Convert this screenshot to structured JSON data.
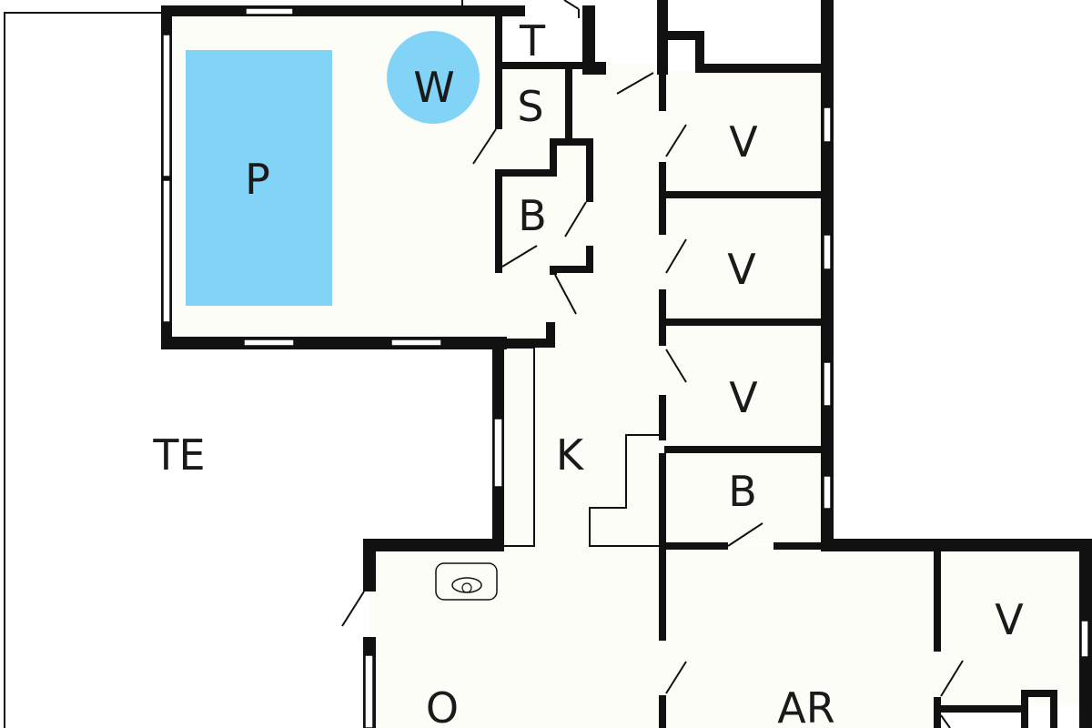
{
  "colors": {
    "background": "#ffffff",
    "floor": "#fdfdf8",
    "wall": "#111111",
    "water": "#82d4f7"
  },
  "rooms": {
    "pool": "P",
    "whirlpool": "W",
    "toilet": "T",
    "sauna": "S",
    "bathroom_upper": "B",
    "terrace": "TE",
    "kitchen": "K",
    "bedroom_1": "V",
    "bedroom_2": "V",
    "bedroom_3": "V",
    "bathroom_lower": "B",
    "bedroom_4": "V",
    "living": "O",
    "activity_room": "AR"
  }
}
